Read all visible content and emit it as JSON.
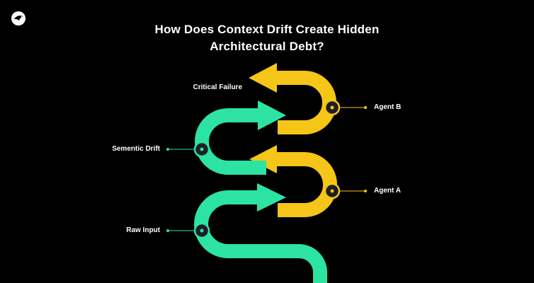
{
  "title": {
    "line1": "How Does Context Drift Create Hidden",
    "line2": "Architectural Debt?"
  },
  "logo": {
    "icon": "bird-logo-icon"
  },
  "labels": {
    "critical_failure": "Critical Failure",
    "agent_b": "Agent B",
    "sementic_drift": "Sementic Drift",
    "agent_a": "Agent A",
    "raw_input": "Raw Input"
  },
  "colors": {
    "background": "#000000",
    "green": "#2de3a1",
    "yellow": "#f5c518",
    "node_fill": "#1e1e2a",
    "text": "#ffffff"
  }
}
